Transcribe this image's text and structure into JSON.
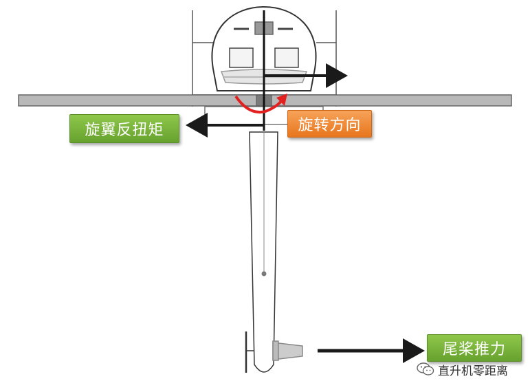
{
  "labels": {
    "counter_torque": "旋翼反扭矩",
    "rotation_direction": "旋转方向",
    "tail_thrust": "尾桨推力"
  },
  "watermark": {
    "text": "直升机零距离",
    "icon": "wechat-icon"
  },
  "colors": {
    "green_label": "#77b23a",
    "orange_label": "#ef8a2f",
    "arrow": "#1a1a1a",
    "rotation_arrow": "#e32020",
    "rotor_blade": "#b8b8b8",
    "outline": "#333333"
  }
}
